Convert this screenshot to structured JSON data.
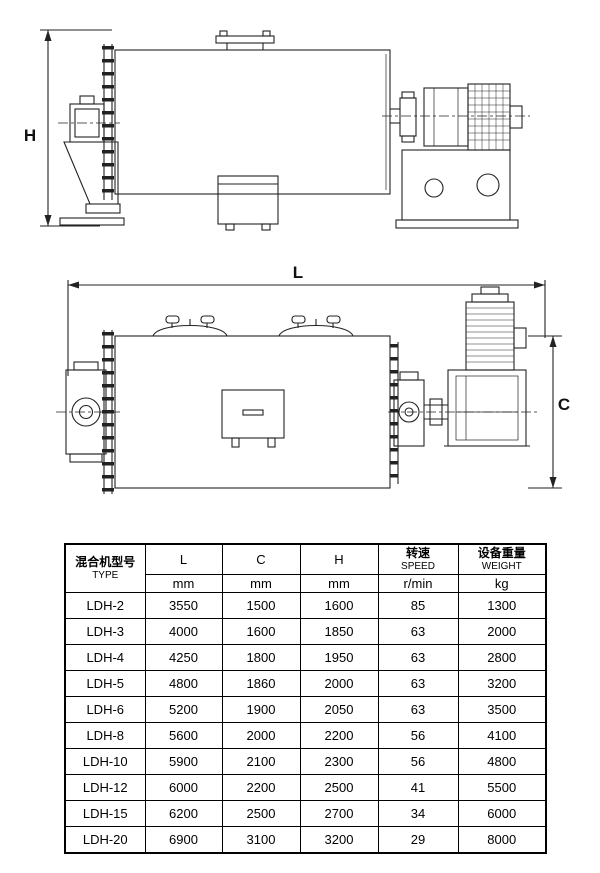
{
  "diagram": {
    "labels": {
      "h": "H",
      "l": "L",
      "c": "C"
    }
  },
  "table": {
    "headers": {
      "type_cn": "混合机型号",
      "type_en": "TYPE",
      "col_l": "L",
      "col_c": "C",
      "col_h": "H",
      "speed_cn": "转速",
      "speed_en": "SPEED",
      "weight_cn": "设备重量",
      "weight_en": "WEIGHT",
      "unit_l": "mm",
      "unit_c": "mm",
      "unit_h": "mm",
      "unit_speed": "r/min",
      "unit_weight": "kg"
    },
    "rows": [
      {
        "type": "LDH-2",
        "l": "3550",
        "c": "1500",
        "h": "1600",
        "speed": "85",
        "weight": "1300"
      },
      {
        "type": "LDH-3",
        "l": "4000",
        "c": "1600",
        "h": "1850",
        "speed": "63",
        "weight": "2000"
      },
      {
        "type": "LDH-4",
        "l": "4250",
        "c": "1800",
        "h": "1950",
        "speed": "63",
        "weight": "2800"
      },
      {
        "type": "LDH-5",
        "l": "4800",
        "c": "1860",
        "h": "2000",
        "speed": "63",
        "weight": "3200"
      },
      {
        "type": "LDH-6",
        "l": "5200",
        "c": "1900",
        "h": "2050",
        "speed": "63",
        "weight": "3500"
      },
      {
        "type": "LDH-8",
        "l": "5600",
        "c": "2000",
        "h": "2200",
        "speed": "56",
        "weight": "4100"
      },
      {
        "type": "LDH-10",
        "l": "5900",
        "c": "2100",
        "h": "2300",
        "speed": "56",
        "weight": "4800"
      },
      {
        "type": "LDH-12",
        "l": "6000",
        "c": "2200",
        "h": "2500",
        "speed": "41",
        "weight": "5500"
      },
      {
        "type": "LDH-15",
        "l": "6200",
        "c": "2500",
        "h": "2700",
        "speed": "34",
        "weight": "6000"
      },
      {
        "type": "LDH-20",
        "l": "6900",
        "c": "3100",
        "h": "3200",
        "speed": "29",
        "weight": "8000"
      }
    ]
  }
}
